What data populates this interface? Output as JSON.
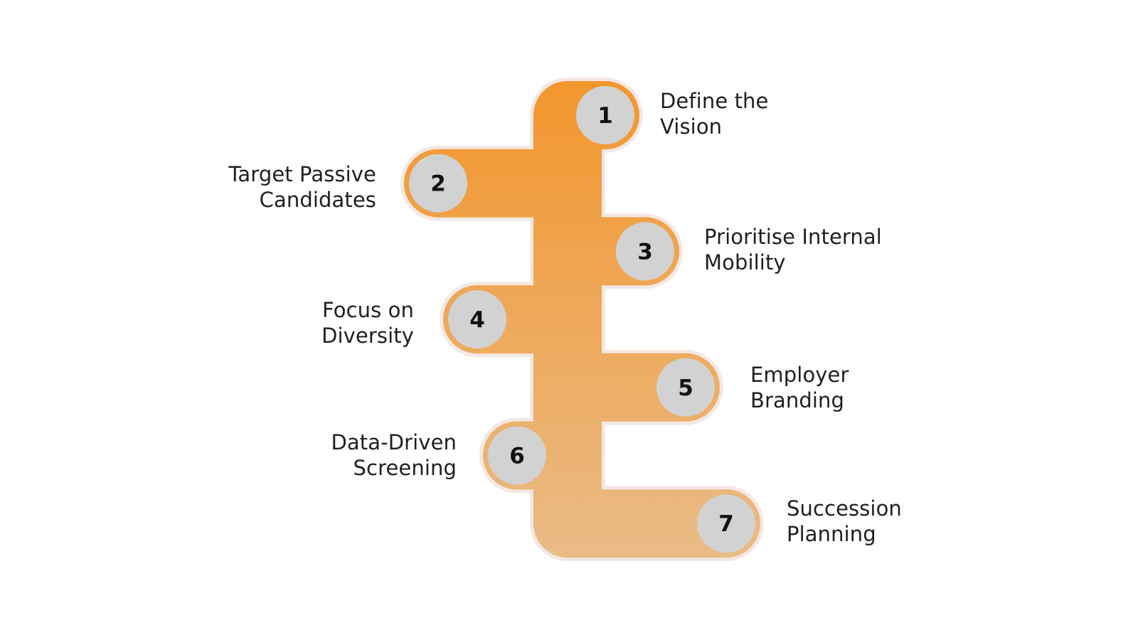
{
  "colors": {
    "band_top": "#f3962d",
    "band_bottom": "#e9bb86",
    "band_outline": "#f3e8e3",
    "circle_fill": "#d2d2d2",
    "label_text": "#1f1f1f"
  },
  "steps": [
    {
      "number": "1",
      "line1": "Define the",
      "line2": "Vision"
    },
    {
      "number": "2",
      "line1": "Target Passive",
      "line2": "Candidates"
    },
    {
      "number": "3",
      "line1": "Prioritise Internal",
      "line2": "Mobility"
    },
    {
      "number": "4",
      "line1": "Focus on",
      "line2": "Diversity"
    },
    {
      "number": "5",
      "line1": "Employer",
      "line2": "Branding"
    },
    {
      "number": "6",
      "line1": "Data-Driven",
      "line2": "Screening"
    },
    {
      "number": "7",
      "line1": "Succession",
      "line2": "Planning"
    }
  ]
}
